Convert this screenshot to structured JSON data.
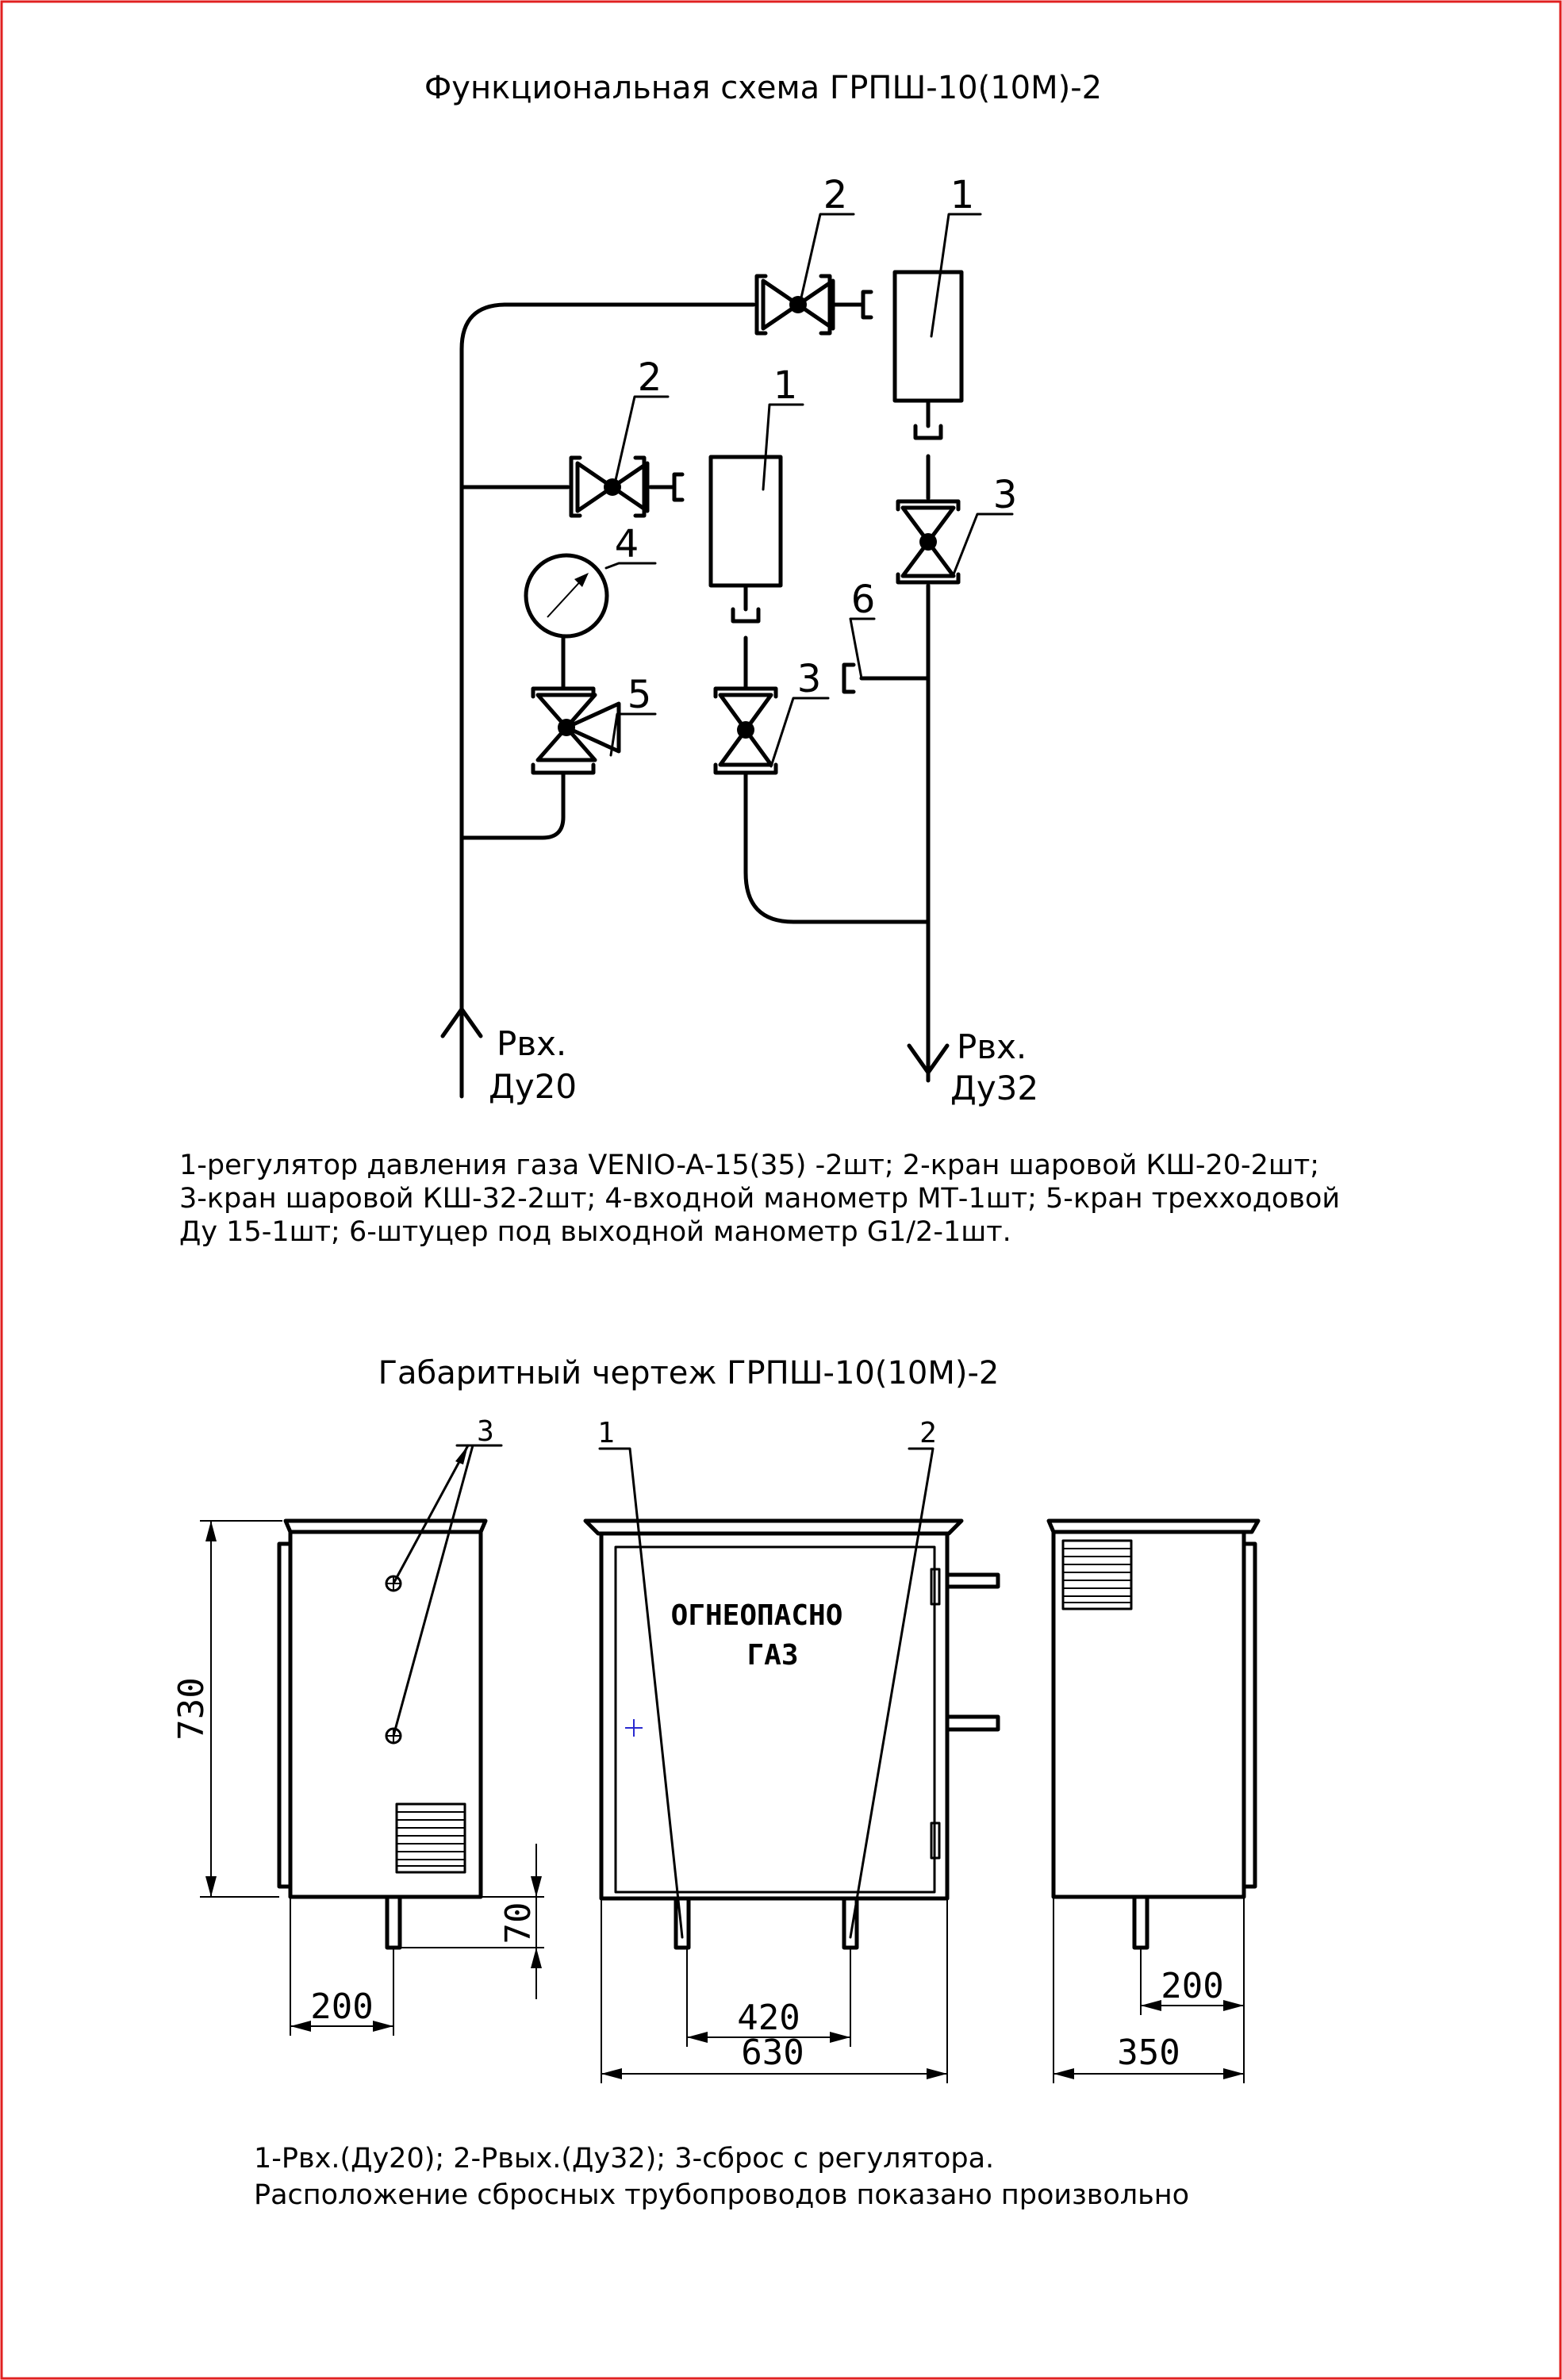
{
  "scheme": {
    "title": "Функциональная схема ГРПШ-10(10М)-2",
    "callouts": {
      "regulator_upper": "1",
      "valve_upper": "2",
      "regulator_lower": "1",
      "valve_lower": "2",
      "ball_valve_right": "3",
      "ball_valve_left": "3",
      "manometer": "4",
      "three_way_valve": "5",
      "fitting": "6"
    },
    "inlet": {
      "line1": "Рвх.",
      "line2": "Ду20"
    },
    "outlet": {
      "line1": "Рвх.",
      "line2": "Ду32"
    },
    "legend": [
      "1-регулятор давления газа VENIO-A-15(35) -2шт; 2-кран шаровой КШ-20-2шт;",
      "3-кран шаровой КШ-32-2шт; 4-входной манометр МТ-1шт; 5-кран трехходовой",
      "Ду 15-1шт; 6-штуцер под выходной манометр  G1/2-1шт."
    ]
  },
  "dimensional": {
    "title": "Габаритный чертеж ГРПШ-10(10М)-2",
    "callouts": {
      "inlet": "1",
      "outlet": "2",
      "relief": "3"
    },
    "warning": {
      "line1": "ОГНЕОПАСНО",
      "line2": "ГАЗ"
    },
    "dimensions": {
      "height": "730",
      "leg_height": "70",
      "side_offset_left": "200",
      "pipe_spacing": "420",
      "front_width": "630",
      "side_offset_right": "200",
      "depth": "350"
    },
    "legend": [
      "1-Рвх.(Ду20); 2-Рвых.(Ду32); 3-сброс с регулятора.",
      "Расположение сбросных трубопроводов показано произвольно"
    ]
  },
  "colors": {
    "border": "#e02020",
    "cross_mark": "#2a2ad0"
  }
}
